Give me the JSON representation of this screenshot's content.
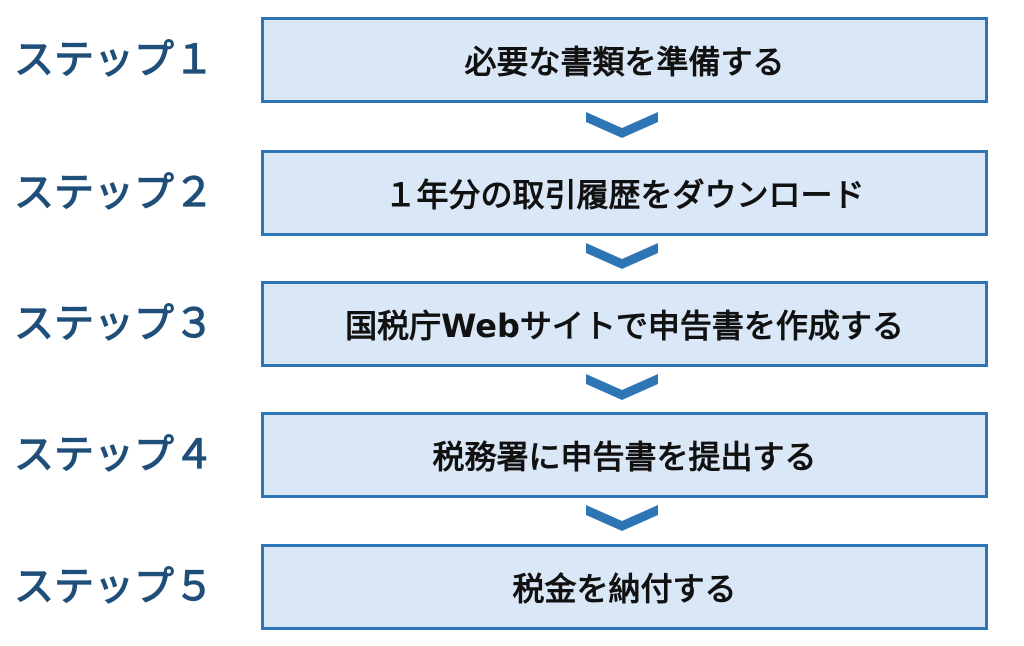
{
  "colors": {
    "label": "#1f4e79",
    "box_fill": "#dae7f7",
    "box_border": "#2e75b6",
    "arrow": "#2e75b6",
    "text": "#111111"
  },
  "steps": [
    {
      "label": "ステップ１",
      "text": "必要な書類を準備する"
    },
    {
      "label": "ステップ２",
      "text": "１年分の取引履歴をダウンロード"
    },
    {
      "label": "ステップ３",
      "text": "国税庁Webサイトで申告書を作成する"
    },
    {
      "label": "ステップ４",
      "text": "税務署に申告書を提出する"
    },
    {
      "label": "ステップ５",
      "text": "税金を納付する"
    }
  ]
}
